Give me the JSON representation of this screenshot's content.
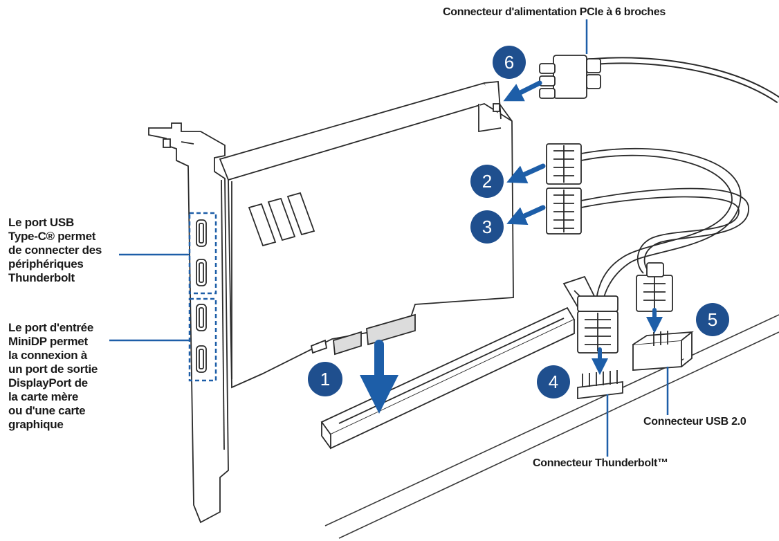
{
  "colors": {
    "accent_blue": "#1d5ea8",
    "step_blue": "#1f4f8e",
    "outline": "#2a2a2a",
    "text": "#1a1a1a"
  },
  "labels": {
    "usb_c_port": "Le port USB\nType-C® permet\nde connecter des\npériphériques\nThunderbolt",
    "minidp_port": "Le port d'entrée\nMiniDP permet\nla connexion à\nun port de sortie\nDisplayPort de\nla carte mère\nou d'une carte\ngraphique",
    "pcie_power": "Connecteur d'alimentation PCIe à 6 broches",
    "usb2_connector": "Connecteur USB 2.0",
    "thunderbolt_connector": "Connecteur Thunderbolt™"
  },
  "steps": [
    "1",
    "2",
    "3",
    "4",
    "5",
    "6"
  ],
  "icons": {
    "pcie_card": "expansion-card-illustration",
    "bracket": "io-bracket-illustration",
    "motherboard_slot": "pcie-slot-illustration",
    "cables": "header-cable-illustration"
  }
}
